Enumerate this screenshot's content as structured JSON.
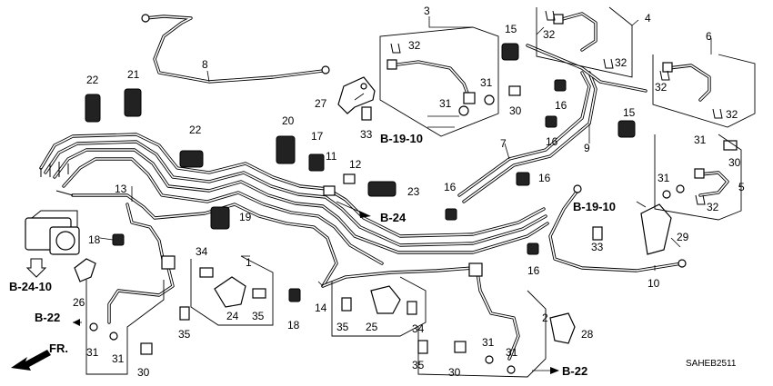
{
  "diagram": {
    "code": "SAHEB2511",
    "front_label": "FR.",
    "refs": {
      "b19_upper": "B-19-10",
      "b19_right": "B-19-10",
      "b24": "B-24",
      "b24_10": "B-24-10",
      "b22_left": "B-22",
      "b22_right": "B-22"
    },
    "callouts": [
      {
        "id": "c1",
        "text": "1"
      },
      {
        "id": "c2",
        "text": "2"
      },
      {
        "id": "c3",
        "text": "3"
      },
      {
        "id": "c4",
        "text": "4"
      },
      {
        "id": "c5",
        "text": "5"
      },
      {
        "id": "c6",
        "text": "6"
      },
      {
        "id": "c7",
        "text": "7"
      },
      {
        "id": "c8",
        "text": "8"
      },
      {
        "id": "c9",
        "text": "9"
      },
      {
        "id": "c10",
        "text": "10"
      },
      {
        "id": "c11",
        "text": "11"
      },
      {
        "id": "c12",
        "text": "12"
      },
      {
        "id": "c13",
        "text": "13"
      },
      {
        "id": "c14",
        "text": "14"
      },
      {
        "id": "c15a",
        "text": "15"
      },
      {
        "id": "c15b",
        "text": "15"
      },
      {
        "id": "c16a",
        "text": "16"
      },
      {
        "id": "c16b",
        "text": "16"
      },
      {
        "id": "c16c",
        "text": "16"
      },
      {
        "id": "c16d",
        "text": "16"
      },
      {
        "id": "c16e",
        "text": "16"
      },
      {
        "id": "c17",
        "text": "17"
      },
      {
        "id": "c18a",
        "text": "18"
      },
      {
        "id": "c18b",
        "text": "18"
      },
      {
        "id": "c19",
        "text": "19"
      },
      {
        "id": "c20",
        "text": "20"
      },
      {
        "id": "c21",
        "text": "21"
      },
      {
        "id": "c22a",
        "text": "22"
      },
      {
        "id": "c22b",
        "text": "22"
      },
      {
        "id": "c23",
        "text": "23"
      },
      {
        "id": "c24",
        "text": "24"
      },
      {
        "id": "c25",
        "text": "25"
      },
      {
        "id": "c26",
        "text": "26"
      },
      {
        "id": "c27",
        "text": "27"
      },
      {
        "id": "c28",
        "text": "28"
      },
      {
        "id": "c29",
        "text": "29"
      },
      {
        "id": "c30a",
        "text": "30"
      },
      {
        "id": "c30b",
        "text": "30"
      },
      {
        "id": "c30c",
        "text": "30"
      },
      {
        "id": "c30d",
        "text": "30"
      },
      {
        "id": "c31a",
        "text": "31"
      },
      {
        "id": "c31b",
        "text": "31"
      },
      {
        "id": "c31c",
        "text": "31"
      },
      {
        "id": "c31d",
        "text": "31"
      },
      {
        "id": "c31e",
        "text": "31"
      },
      {
        "id": "c31f",
        "text": "31"
      },
      {
        "id": "c31g",
        "text": "31"
      },
      {
        "id": "c31h",
        "text": "31"
      },
      {
        "id": "c32a",
        "text": "32"
      },
      {
        "id": "c32b",
        "text": "32"
      },
      {
        "id": "c32c",
        "text": "32"
      },
      {
        "id": "c32d",
        "text": "32"
      },
      {
        "id": "c32e",
        "text": "32"
      },
      {
        "id": "c32f",
        "text": "32"
      },
      {
        "id": "c33a",
        "text": "33"
      },
      {
        "id": "c33b",
        "text": "33"
      },
      {
        "id": "c34a",
        "text": "34"
      },
      {
        "id": "c34b",
        "text": "34"
      },
      {
        "id": "c35a",
        "text": "35"
      },
      {
        "id": "c35b",
        "text": "35"
      },
      {
        "id": "c35c",
        "text": "35"
      },
      {
        "id": "c35d",
        "text": "35"
      }
    ]
  }
}
